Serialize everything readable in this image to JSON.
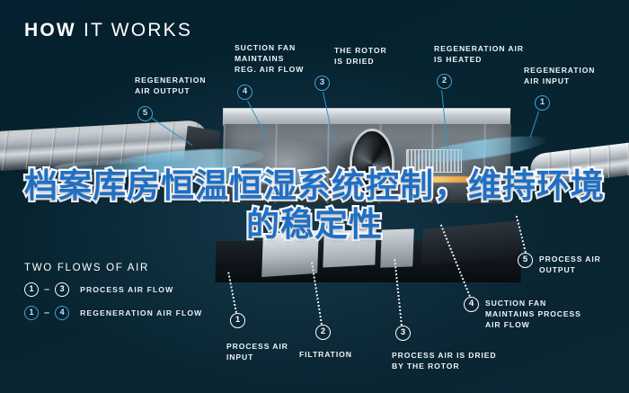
{
  "header": {
    "title_bold": "HOW",
    "title_light": "IT WORKS"
  },
  "overlay": {
    "text": "档案库房恒温恒湿系统控制，维持环境的稳定性",
    "color": "#1f6fc4",
    "outline_color": "#ffffff"
  },
  "colors": {
    "background": "#06212f",
    "process_flow": "#ffffff",
    "regeneration_flow": "#3fa3d6",
    "airflow_ribbon": "#7ec9ea",
    "heater_glow": "#f0a23c"
  },
  "callouts": [
    {
      "number": "5",
      "label": "REGENERATION\nAIR OUTPUT",
      "flow": "regeneration"
    },
    {
      "number": "4",
      "label": "SUCTION FAN\nMAINTAINS\nREG. AIR FLOW",
      "flow": "regeneration"
    },
    {
      "number": "3",
      "label": "THE ROTOR\nIS DRIED",
      "flow": "regeneration"
    },
    {
      "number": "2",
      "label": "REGENERATION AIR\nIS HEATED",
      "flow": "regeneration"
    },
    {
      "number": "1",
      "label": "REGENERATION\nAIR INPUT",
      "flow": "regeneration"
    },
    {
      "number": "5",
      "label": "PROCESS AIR\nOUTPUT",
      "flow": "process"
    },
    {
      "number": "4",
      "label": "SUCTION FAN\nMAINTAINS PROCESS\nAIR FLOW",
      "flow": "process"
    },
    {
      "number": "1",
      "label": "PROCESS AIR\nINPUT",
      "flow": "process"
    },
    {
      "number": "2",
      "label": "FILTRATION",
      "flow": "process"
    },
    {
      "number": "3",
      "label": "PROCESS AIR IS DRIED\nBY THE ROTOR",
      "flow": "process"
    }
  ],
  "legend": {
    "title": "TWO FLOWS OF AIR",
    "rows": [
      {
        "from": "1",
        "dash": "–",
        "to": "3",
        "label": "PROCESS AIR FLOW",
        "flow": "process"
      },
      {
        "from": "1",
        "dash": "–",
        "to": "4",
        "label": "REGENERATION AIR FLOW",
        "flow": "regeneration"
      }
    ]
  }
}
